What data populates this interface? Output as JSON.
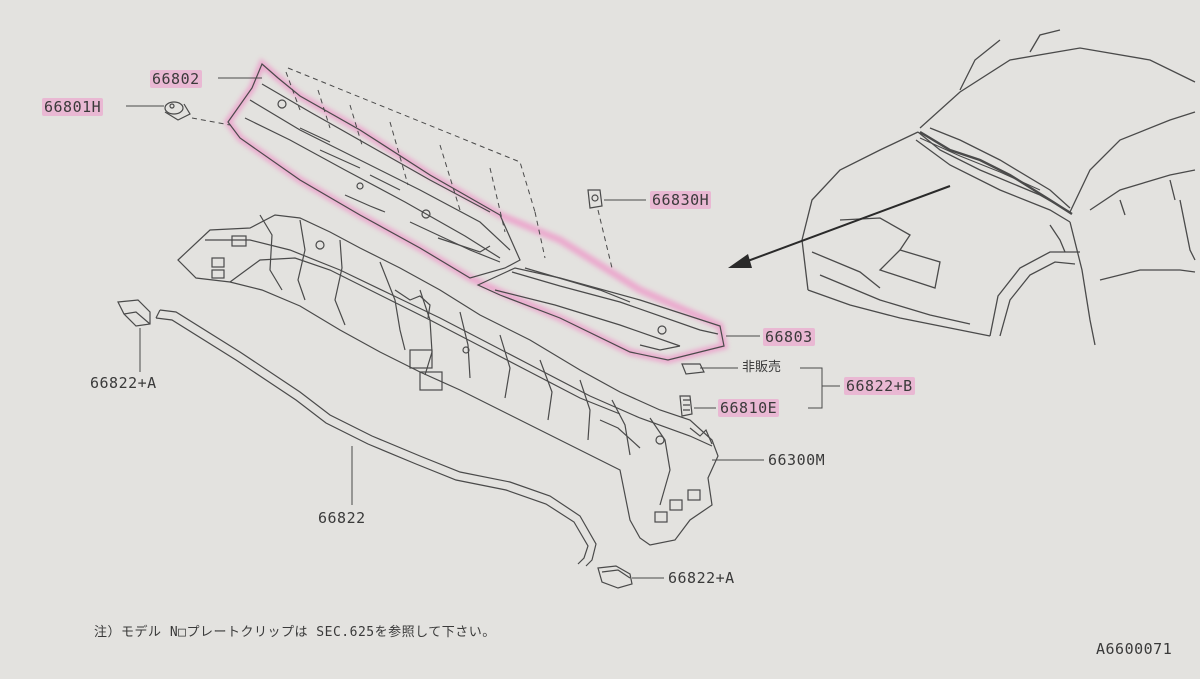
{
  "part_labels": {
    "p66802": "66802",
    "p66801h": "66801H",
    "p66830h": "66830H",
    "p66803": "66803",
    "p66822b": "66822+B",
    "p66810e": "66810E",
    "not_sold": "非販売",
    "p66300m": "66300M",
    "p66822a_left": "66822+A",
    "p66822": "66822",
    "p66822a_bottom": "66822+A"
  },
  "footnote": "注）モデル N□プレートクリップは SEC.625を参照して下さい。",
  "figure_code": "A6600071",
  "colors": {
    "background": "#e3e2df",
    "line": "#4a4a4a",
    "highlight": "#ee96c8"
  }
}
